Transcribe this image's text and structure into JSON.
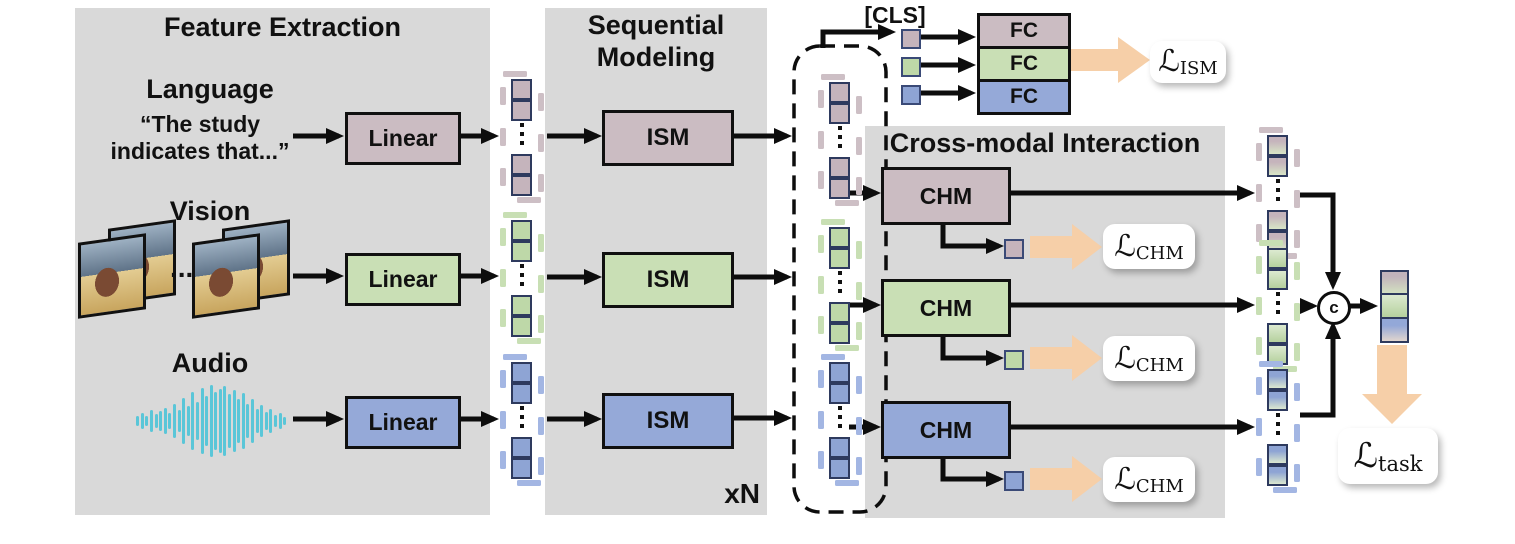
{
  "colors": {
    "panel_gray": "#d9d9d9",
    "language_mauve": "#cbbcc2",
    "vision_green": "#c9dfb5",
    "audio_blue": "#95a9d8",
    "token_border_navy": "#2e3a5e",
    "loss_arrow_orange": "#f6cfa8",
    "waveform_cyan": "#5ac6d8"
  },
  "panels": {
    "feature_extraction": {
      "title": "Feature Extraction"
    },
    "sequential_modeling": {
      "title_line1": "Sequential",
      "title_line2": "Modeling",
      "repeat_label": "xN"
    },
    "cross_modal": {
      "title": "Cross-modal Interaction"
    }
  },
  "rows": [
    {
      "id": "language",
      "label": "Language",
      "sample": {
        "line1": "“The study",
        "line2": "indicates that...”"
      },
      "linear": "Linear",
      "ism": "ISM",
      "chm": "CHM",
      "fc": "FC"
    },
    {
      "id": "vision",
      "label": "Vision",
      "icon": "video-frames-icon",
      "dots": "...",
      "linear": "Linear",
      "ism": "ISM",
      "chm": "CHM",
      "fc": "FC"
    },
    {
      "id": "audio",
      "label": "Audio",
      "icon": "audio-waveform-icon",
      "linear": "Linear",
      "ism": "ISM",
      "chm": "CHM",
      "fc": "FC"
    }
  ],
  "cls": {
    "label": "[CLS]"
  },
  "losses": {
    "ism": {
      "symbol": "ℒ",
      "subscript": "ISM"
    },
    "chm": {
      "symbol": "ℒ",
      "subscript": "CHM"
    },
    "task": {
      "symbol": "ℒ",
      "subscript": "task"
    }
  },
  "concat": {
    "symbol": "c"
  }
}
